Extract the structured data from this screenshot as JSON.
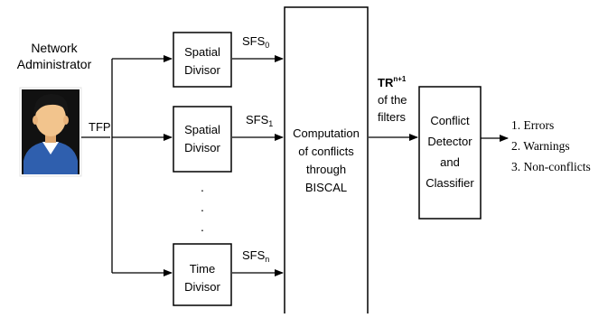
{
  "admin": {
    "label_line1": "Network",
    "label_line2": "Administrator",
    "icon": "user-avatar-icon"
  },
  "input_label": "TFP",
  "divisors": [
    {
      "line1": "Spatial",
      "line2": "Divisor",
      "sfs_base": "SFS",
      "sfs_sub": "0"
    },
    {
      "line1": "Spatial",
      "line2": "Divisor",
      "sfs_base": "SFS",
      "sfs_sub": "1"
    },
    {
      "line1": "Time",
      "line2": "Divisor",
      "sfs_base": "SFS",
      "sfs_sub": "n"
    }
  ],
  "ellipsis": ".",
  "computation": {
    "line1": "Computation",
    "line2": "of conflicts",
    "line3": "through",
    "line4": "BISCAL"
  },
  "tr_label": {
    "base": "TR",
    "sup": "n+1",
    "line2": "of the",
    "line3": "filters"
  },
  "classifier": {
    "line1": "Conflict",
    "line2": "Detector",
    "line3": "and",
    "line4": "Classifier"
  },
  "outputs": [
    "1. Errors",
    "2. Warnings",
    "3. Non-conflicts"
  ],
  "colors": {
    "stroke": "#000000",
    "face": "#f2c48d",
    "hair": "#161616",
    "shirt": "#2f5fae",
    "collar": "#ffffff"
  }
}
